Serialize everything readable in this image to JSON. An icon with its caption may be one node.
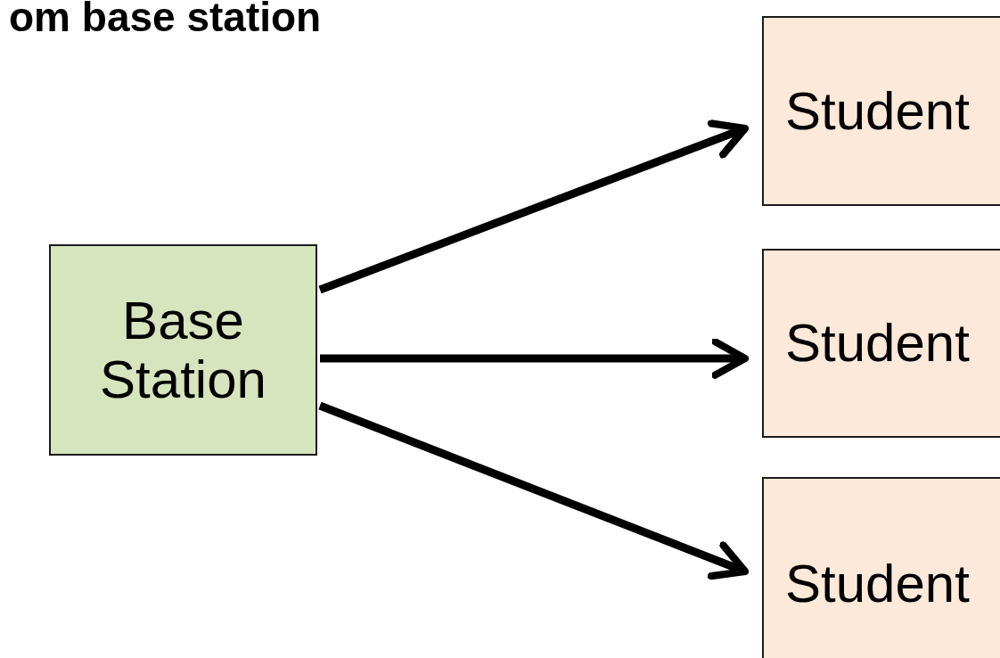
{
  "diagram": {
    "title": "om base station",
    "nodes": [
      {
        "text": [
          "Base Station"
        ]
      },
      {
        "text": [
          "Student"
        ]
      },
      {
        "text": [
          "Student"
        ]
      },
      {
        "text": [
          "Student"
        ]
      }
    ],
    "edges": [
      {
        "from": 0,
        "to": 1,
        "arrow": "to"
      },
      {
        "from": 0,
        "to": 2,
        "arrow": "to"
      },
      {
        "from": 0,
        "to": 3,
        "arrow": "to"
      }
    ]
  }
}
